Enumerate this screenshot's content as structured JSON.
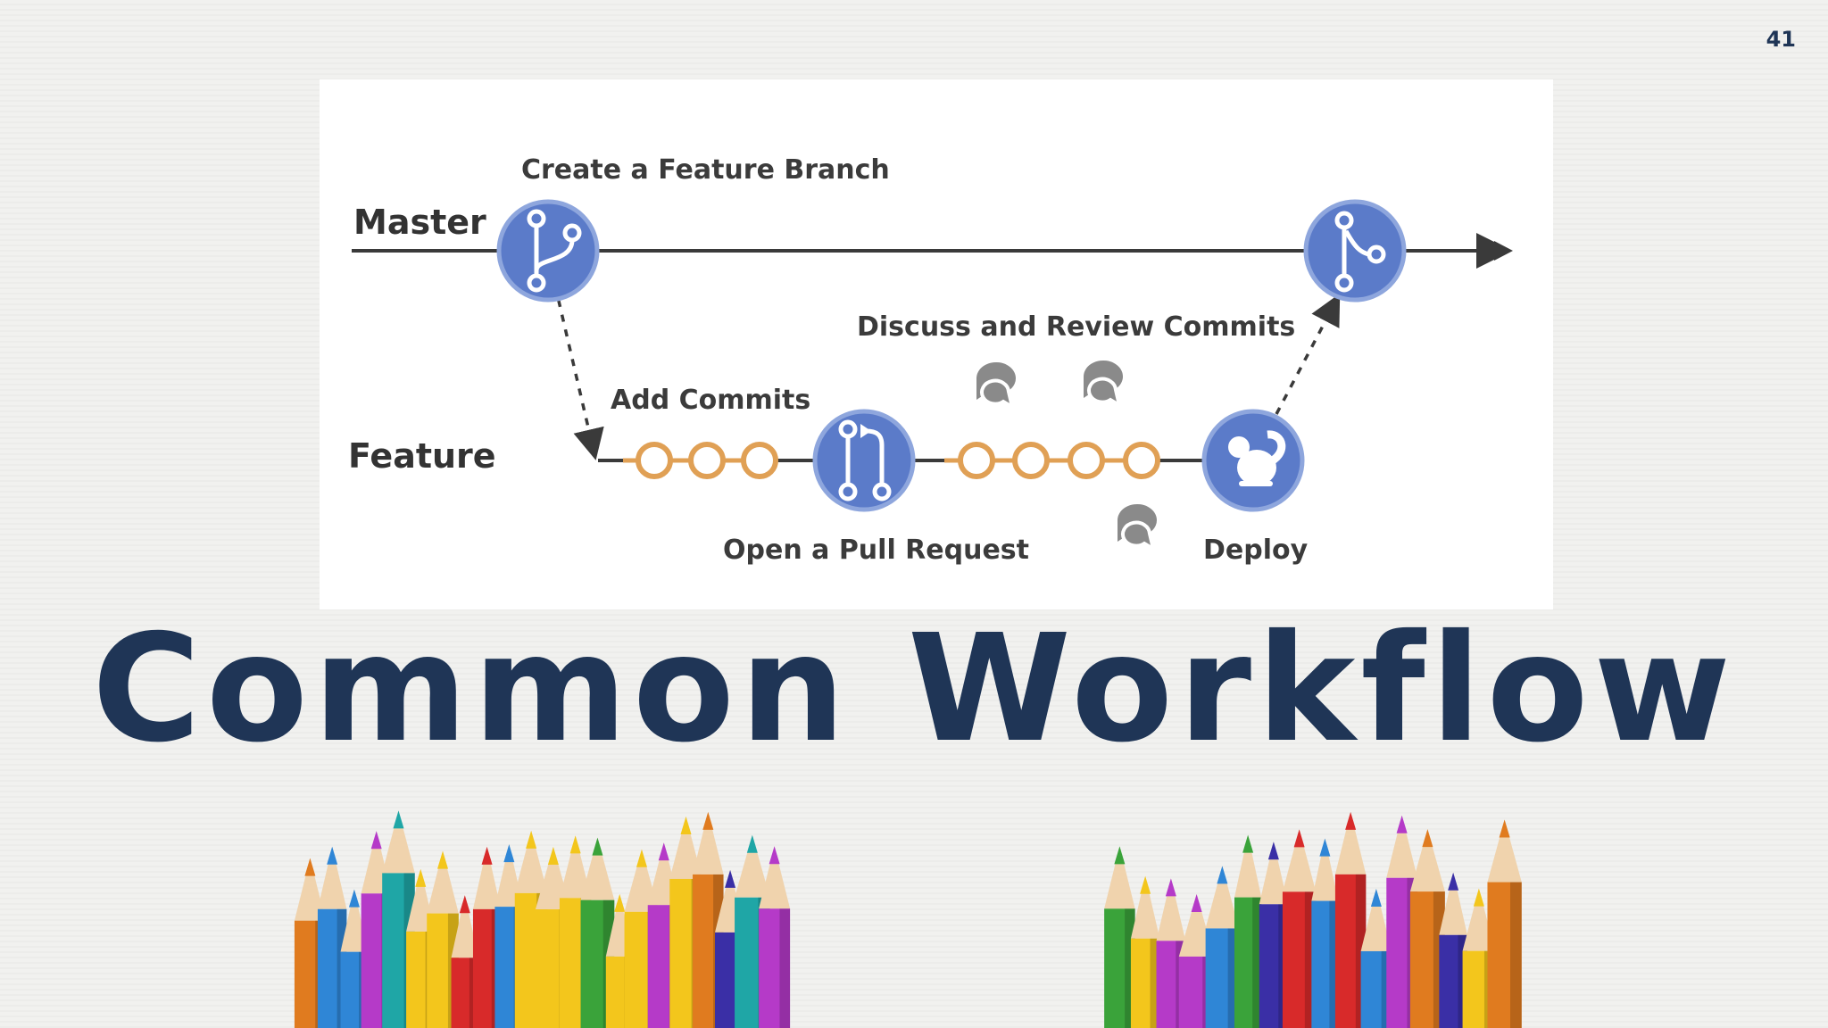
{
  "page_number": "41",
  "title": "Common Workflow",
  "diagram": {
    "lanes": {
      "master": "Master",
      "feature": "Feature"
    },
    "steps": {
      "create_branch": "Create a Feature Branch",
      "add_commits": "Add Commits",
      "open_pull_request": "Open a Pull Request",
      "discuss_review": "Discuss and Review Commits",
      "deploy": "Deploy"
    },
    "icons": {
      "create_branch": "git-branch-icon",
      "pull_request": "pull-request-icon",
      "deploy": "squirrel-icon",
      "merge": "git-merge-icon",
      "comments": "comment-bubbles-icon"
    },
    "colors": {
      "node_fill": "#5b7bc9",
      "node_stroke": "#8ea6dd",
      "commit": "#e0a055",
      "line": "#3a3a3a",
      "title": "#1f3556",
      "comment_icon": "#8a8a8a"
    }
  },
  "decoration": {
    "pencils": [
      "#e07b1f",
      "#f3c61c",
      "#3aa33a",
      "#1fa6a6",
      "#2f86d6",
      "#3a2fa6",
      "#b53ac8",
      "#d82a2a"
    ]
  }
}
